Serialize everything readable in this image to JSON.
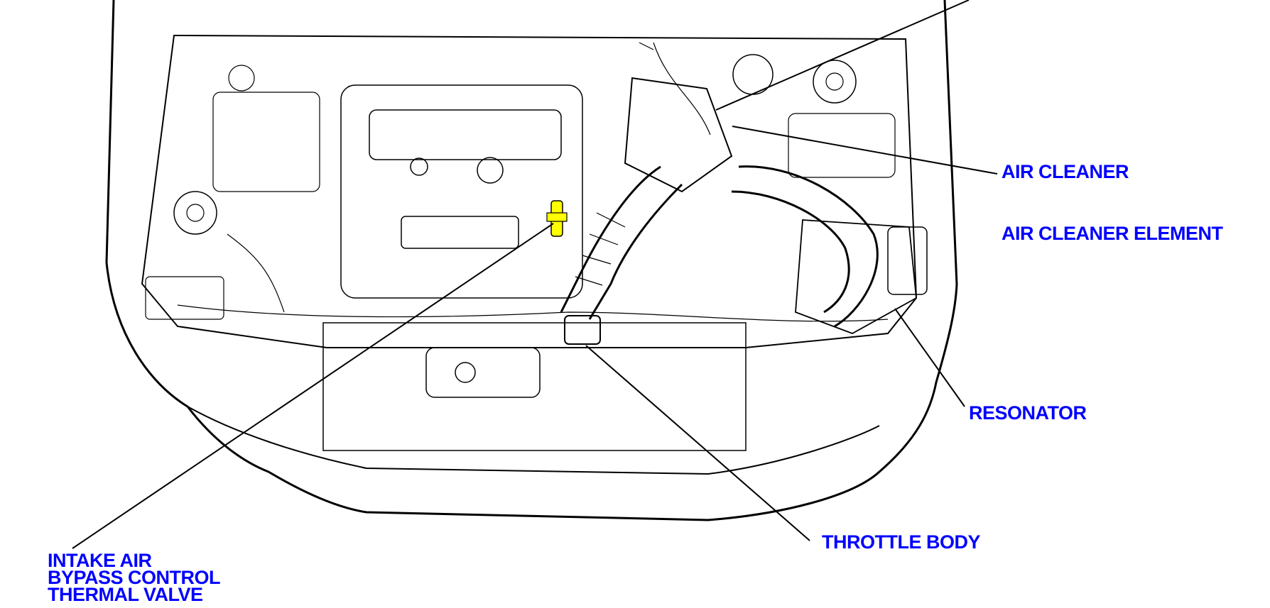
{
  "labels": {
    "air_cleaner": "AIR CLEANER",
    "air_cleaner_element": "AIR CLEANER ELEMENT",
    "resonator": "RESONATOR",
    "throttle_body": "THROTTLE BODY",
    "intake_valve": [
      "INTAKE AIR",
      "BYPASS CONTROL",
      "THERMAL VALVE"
    ]
  },
  "colors": {
    "label": "#0000ff",
    "highlight": "#ffff00",
    "line": "#000000"
  }
}
